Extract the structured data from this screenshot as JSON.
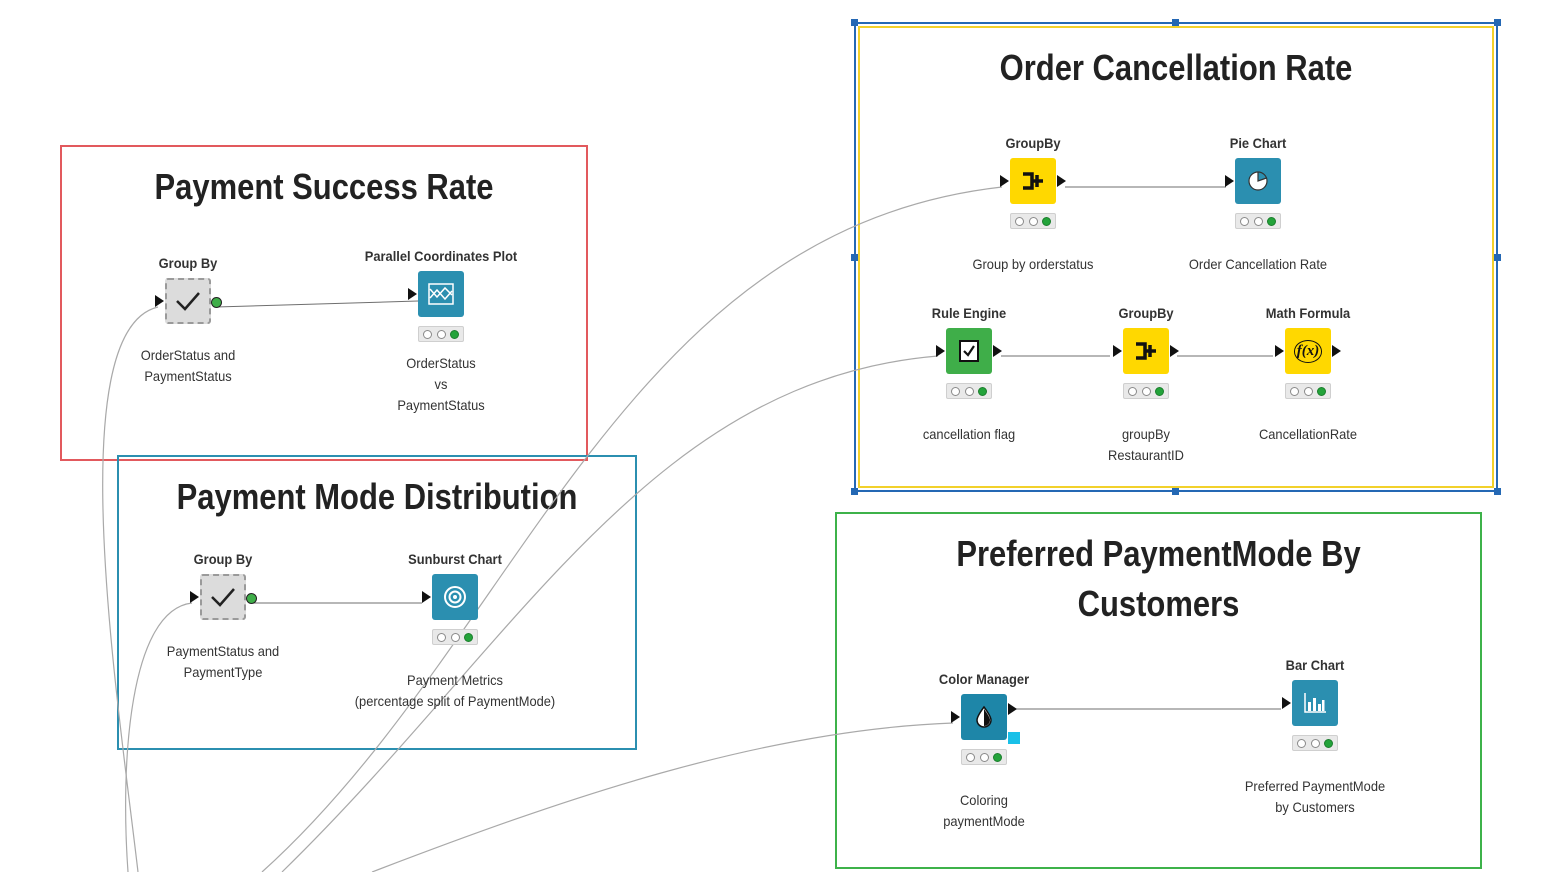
{
  "colors": {
    "annotation_red": "#e2595d",
    "annotation_blue": "#2b8fb0",
    "annotation_yellow": "#f2d12b",
    "annotation_green": "#3db24a",
    "selection_blue": "#2468b4",
    "node_yellow": "#ffd800",
    "node_green": "#3fae49",
    "node_teal": "#2b8fb0",
    "wire": "#a9a9a9"
  },
  "annotations": [
    {
      "id": "payment-success-rate",
      "title": "Payment Success Rate"
    },
    {
      "id": "payment-mode-distribution",
      "title": "Payment Mode Distribution"
    },
    {
      "id": "order-cancellation-rate",
      "title": "Order Cancellation Rate",
      "selected": true
    },
    {
      "id": "preferred-paymentmode",
      "title": "Preferred PaymentMode By Customers"
    }
  ],
  "nodes": {
    "groupby_psr": {
      "name": "Group By",
      "label": [
        "OrderStatus and",
        "PaymentStatus"
      ],
      "icon": "check-icon",
      "status": [
        "off",
        "off",
        "on"
      ]
    },
    "parallel": {
      "name": "Parallel Coordinates Plot",
      "label": [
        "OrderStatus",
        "vs",
        "PaymentStatus"
      ],
      "icon": "parallel-coordinates-icon",
      "status": [
        "off",
        "off",
        "on"
      ]
    },
    "groupby_pmd": {
      "name": "Group By",
      "label": [
        "PaymentStatus and",
        "PaymentType"
      ],
      "icon": "check-icon",
      "status": [
        "off",
        "off",
        "on"
      ]
    },
    "sunburst": {
      "name": "Sunburst Chart",
      "label": [
        "Payment Metrics",
        "(percentage split of PaymentMode)"
      ],
      "icon": "sunburst-icon",
      "status": [
        "off",
        "off",
        "on"
      ]
    },
    "groupby_ocr": {
      "name": "GroupBy",
      "label": [
        "Group by orderstatus"
      ],
      "icon": "groupby-icon",
      "status": [
        "off",
        "off",
        "on"
      ]
    },
    "piechart": {
      "name": "Pie Chart",
      "label": [
        "Order Cancellation Rate"
      ],
      "icon": "pie-chart-icon",
      "status": [
        "off",
        "off",
        "on"
      ]
    },
    "rule_engine": {
      "name": "Rule Engine",
      "label": [
        "cancellation flag"
      ],
      "icon": "rule-icon",
      "status": [
        "off",
        "off",
        "on"
      ]
    },
    "groupby_rest": {
      "name": "GroupBy",
      "label": [
        "groupBy",
        "RestaurantID"
      ],
      "icon": "groupby-icon",
      "status": [
        "off",
        "off",
        "on"
      ]
    },
    "math_formula": {
      "name": "Math Formula",
      "label": [
        "CancellationRate"
      ],
      "icon": "formula-icon",
      "status": [
        "off",
        "off",
        "on"
      ]
    },
    "color_manager": {
      "name": "Color Manager",
      "label": [
        "Coloring",
        "paymentMode"
      ],
      "icon": "color-drop-icon",
      "status": [
        "off",
        "off",
        "on"
      ]
    },
    "barchart": {
      "name": "Bar Chart",
      "label": [
        "Preferred PaymentMode",
        "by Customers"
      ],
      "icon": "bar-chart-icon",
      "status": [
        "off",
        "off",
        "on"
      ]
    }
  },
  "formula_icon_text": "f(x)"
}
